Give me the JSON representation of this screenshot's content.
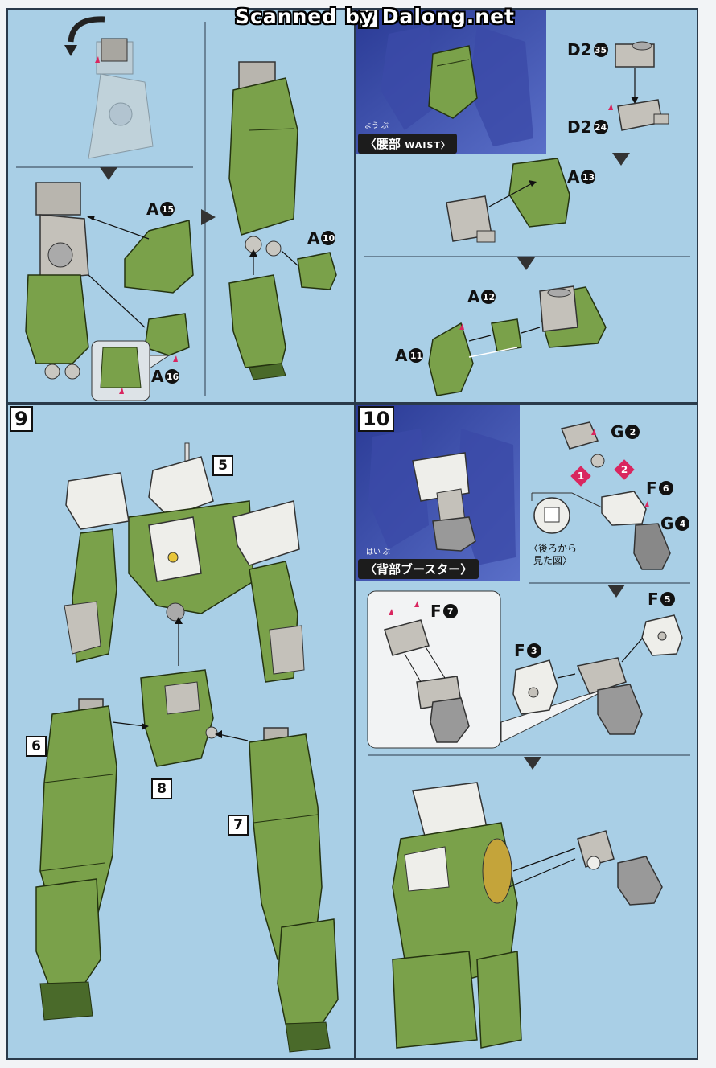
{
  "watermark": "Scanned by Dalong.net",
  "colors": {
    "panel_blue": "#a9cfe6",
    "armor_green": "#7aa14a",
    "frame_gray": "#b8b5ae",
    "white_part": "#eeeeea",
    "accent_red": "#d9265f",
    "inset_dark_blue": "#3b4aa8"
  },
  "step8": {
    "number_fragment": "8",
    "callout_main": "〈腰部",
    "callout_latin": "WAIST〉",
    "callout_ruby": "よう ぶ",
    "parts": {
      "a15": {
        "letter": "A",
        "num": "15"
      },
      "a16": {
        "letter": "A",
        "num": "16"
      },
      "a10": {
        "letter": "A",
        "num": "10"
      },
      "d2_35": {
        "letter": "D2",
        "num": "35"
      },
      "d2_24": {
        "letter": "D2",
        "num": "24"
      },
      "a13": {
        "letter": "A",
        "num": "13"
      },
      "a12": {
        "letter": "A",
        "num": "12"
      },
      "a11": {
        "letter": "A",
        "num": "11"
      }
    }
  },
  "step9": {
    "number": "9",
    "labels": {
      "p5": "5",
      "p6": "6",
      "p7": "7",
      "p8": "8"
    }
  },
  "step10": {
    "number": "10",
    "callout_main": "〈背部ブースター〉",
    "callout_ruby": "はい ぶ",
    "parts": {
      "g2": {
        "letter": "G",
        "num": "2"
      },
      "f6": {
        "letter": "F",
        "num": "6"
      },
      "g4": {
        "letter": "G",
        "num": "4"
      },
      "f7": {
        "letter": "F",
        "num": "7"
      },
      "f5": {
        "letter": "F",
        "num": "5"
      },
      "f3": {
        "letter": "F",
        "num": "3"
      }
    },
    "order": {
      "first": "1",
      "second": "2"
    },
    "back_view_line1": "〈後ろから",
    "back_view_line2": "見た図〉"
  }
}
